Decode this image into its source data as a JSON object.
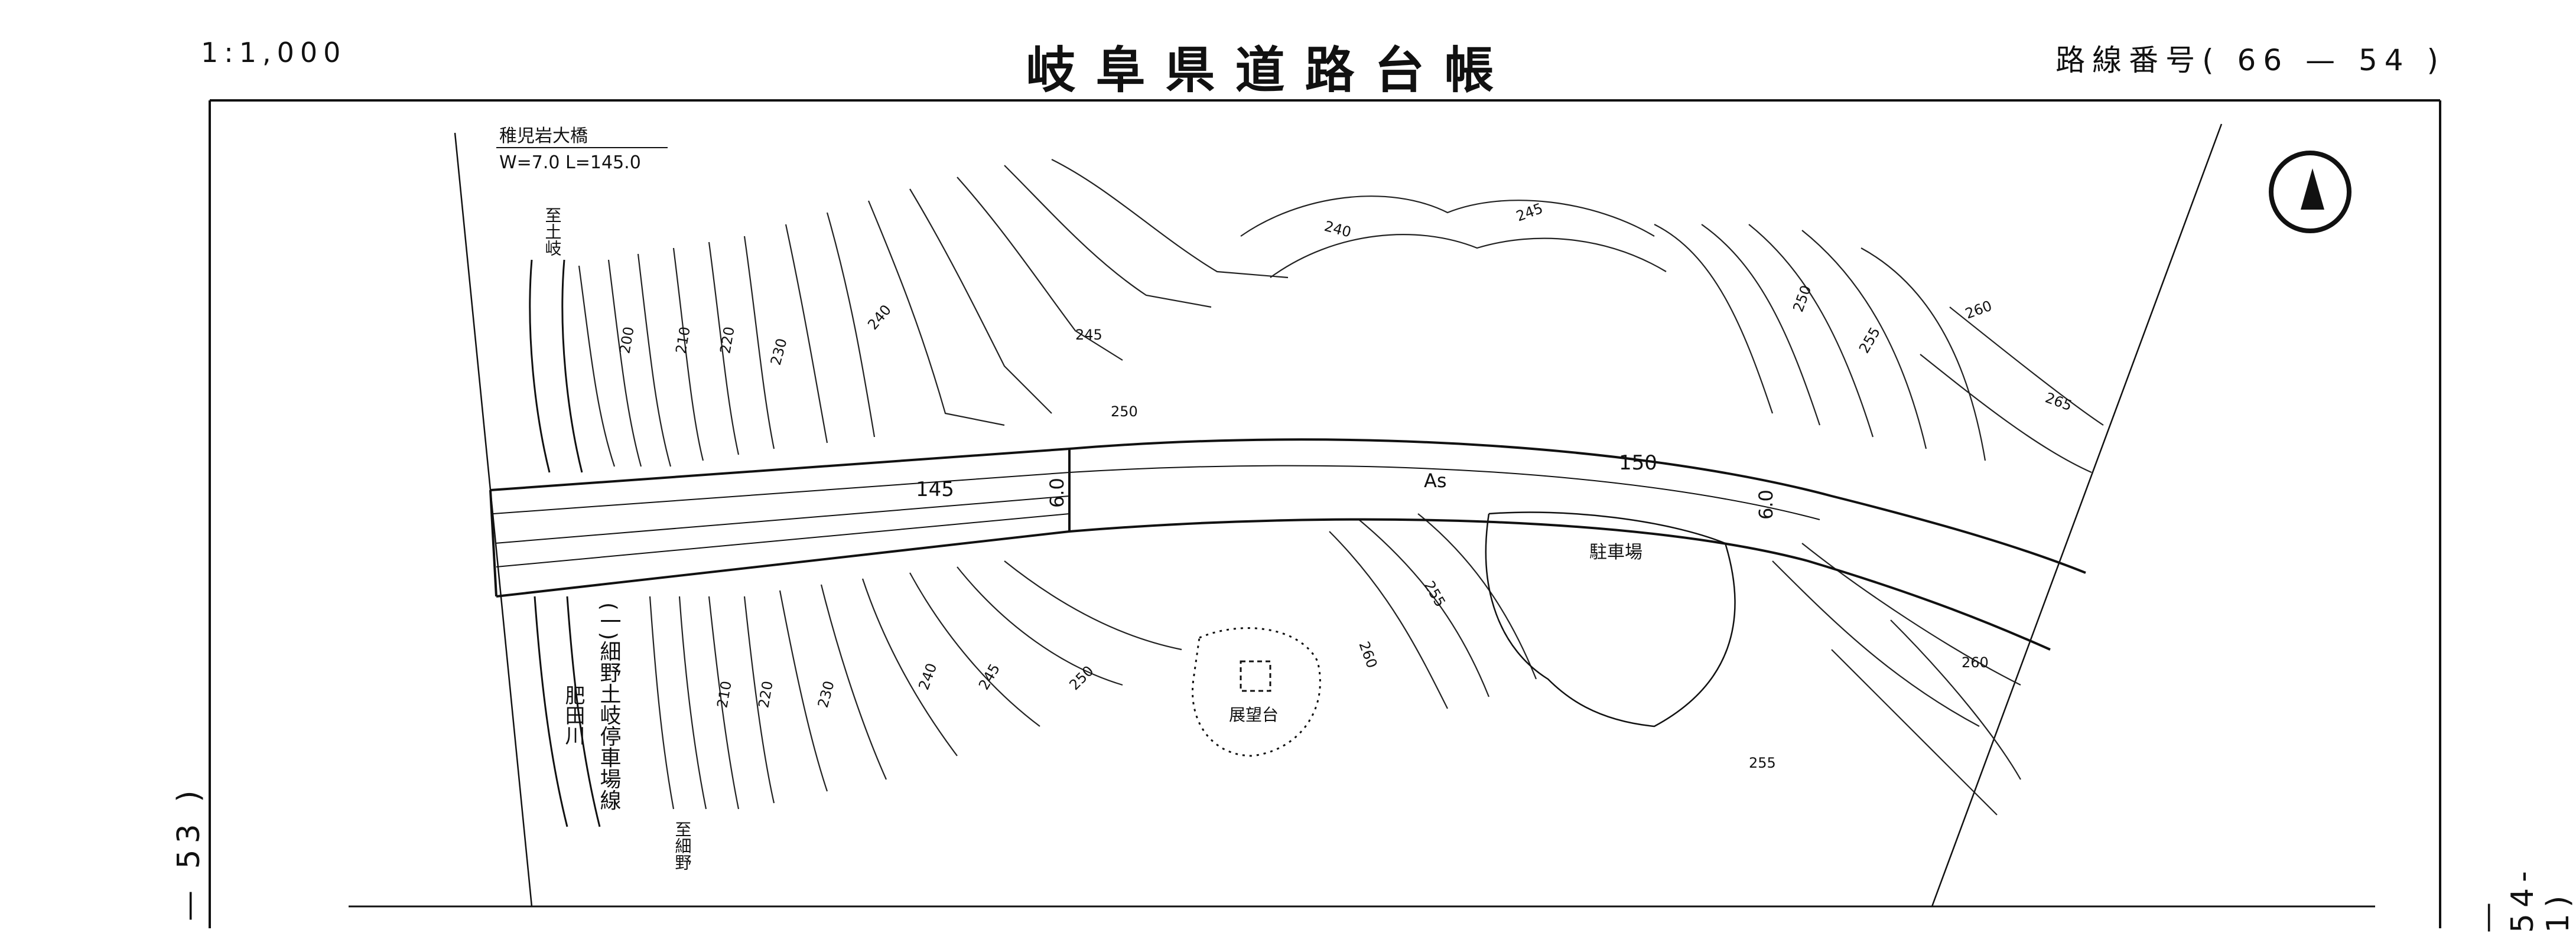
{
  "header": {
    "scale": "1:1,000",
    "title": "岐阜県道路台帳",
    "route_number": "路線番号( 66 — 54 )"
  },
  "side_labels": {
    "left": "— 53 )",
    "right": "— 54-1)"
  },
  "map": {
    "bridge_name": "稚児岩大橋",
    "bridge_spec": "W=7.0 L=145.0",
    "road_name": "(一)細野土岐停車場線",
    "river_name": "肥田川",
    "to_toki": "至土岐",
    "to_hosono": "至細野",
    "parking": "駐車場",
    "observation_deck": "展望台",
    "surface": "As",
    "station_145": "145",
    "station_150": "150",
    "width_left": "6.0",
    "width_right": "6.0",
    "contours": [
      "200",
      "210",
      "220",
      "230",
      "240",
      "245",
      "250",
      "255",
      "260",
      "265",
      "240",
      "245",
      "250",
      "255",
      "260",
      "210",
      "220",
      "230",
      "240",
      "245",
      "250",
      "255",
      "260"
    ],
    "north_icon": "north-arrow-icon"
  }
}
